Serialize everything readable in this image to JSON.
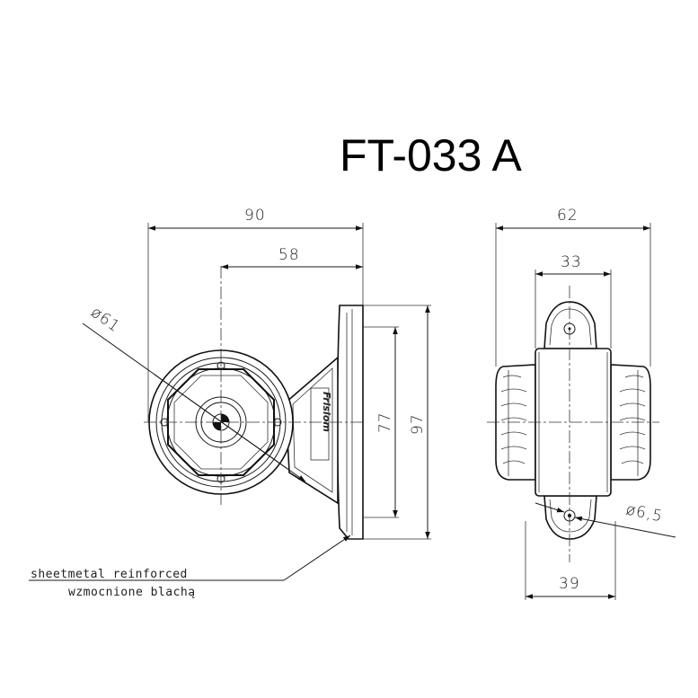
{
  "title": "FT-033 A",
  "dimensions": {
    "width_90": "90",
    "width_58": "58",
    "diameter_61": "ø61",
    "height_77": "77",
    "height_97": "97",
    "width_62": "62",
    "width_33": "33",
    "diameter_6_5": "ø6,5",
    "width_39": "39"
  },
  "brand_label": "Frisiom",
  "notes": {
    "english": "sheetmetal reinforced",
    "polish": "wzmocnione blachą"
  }
}
